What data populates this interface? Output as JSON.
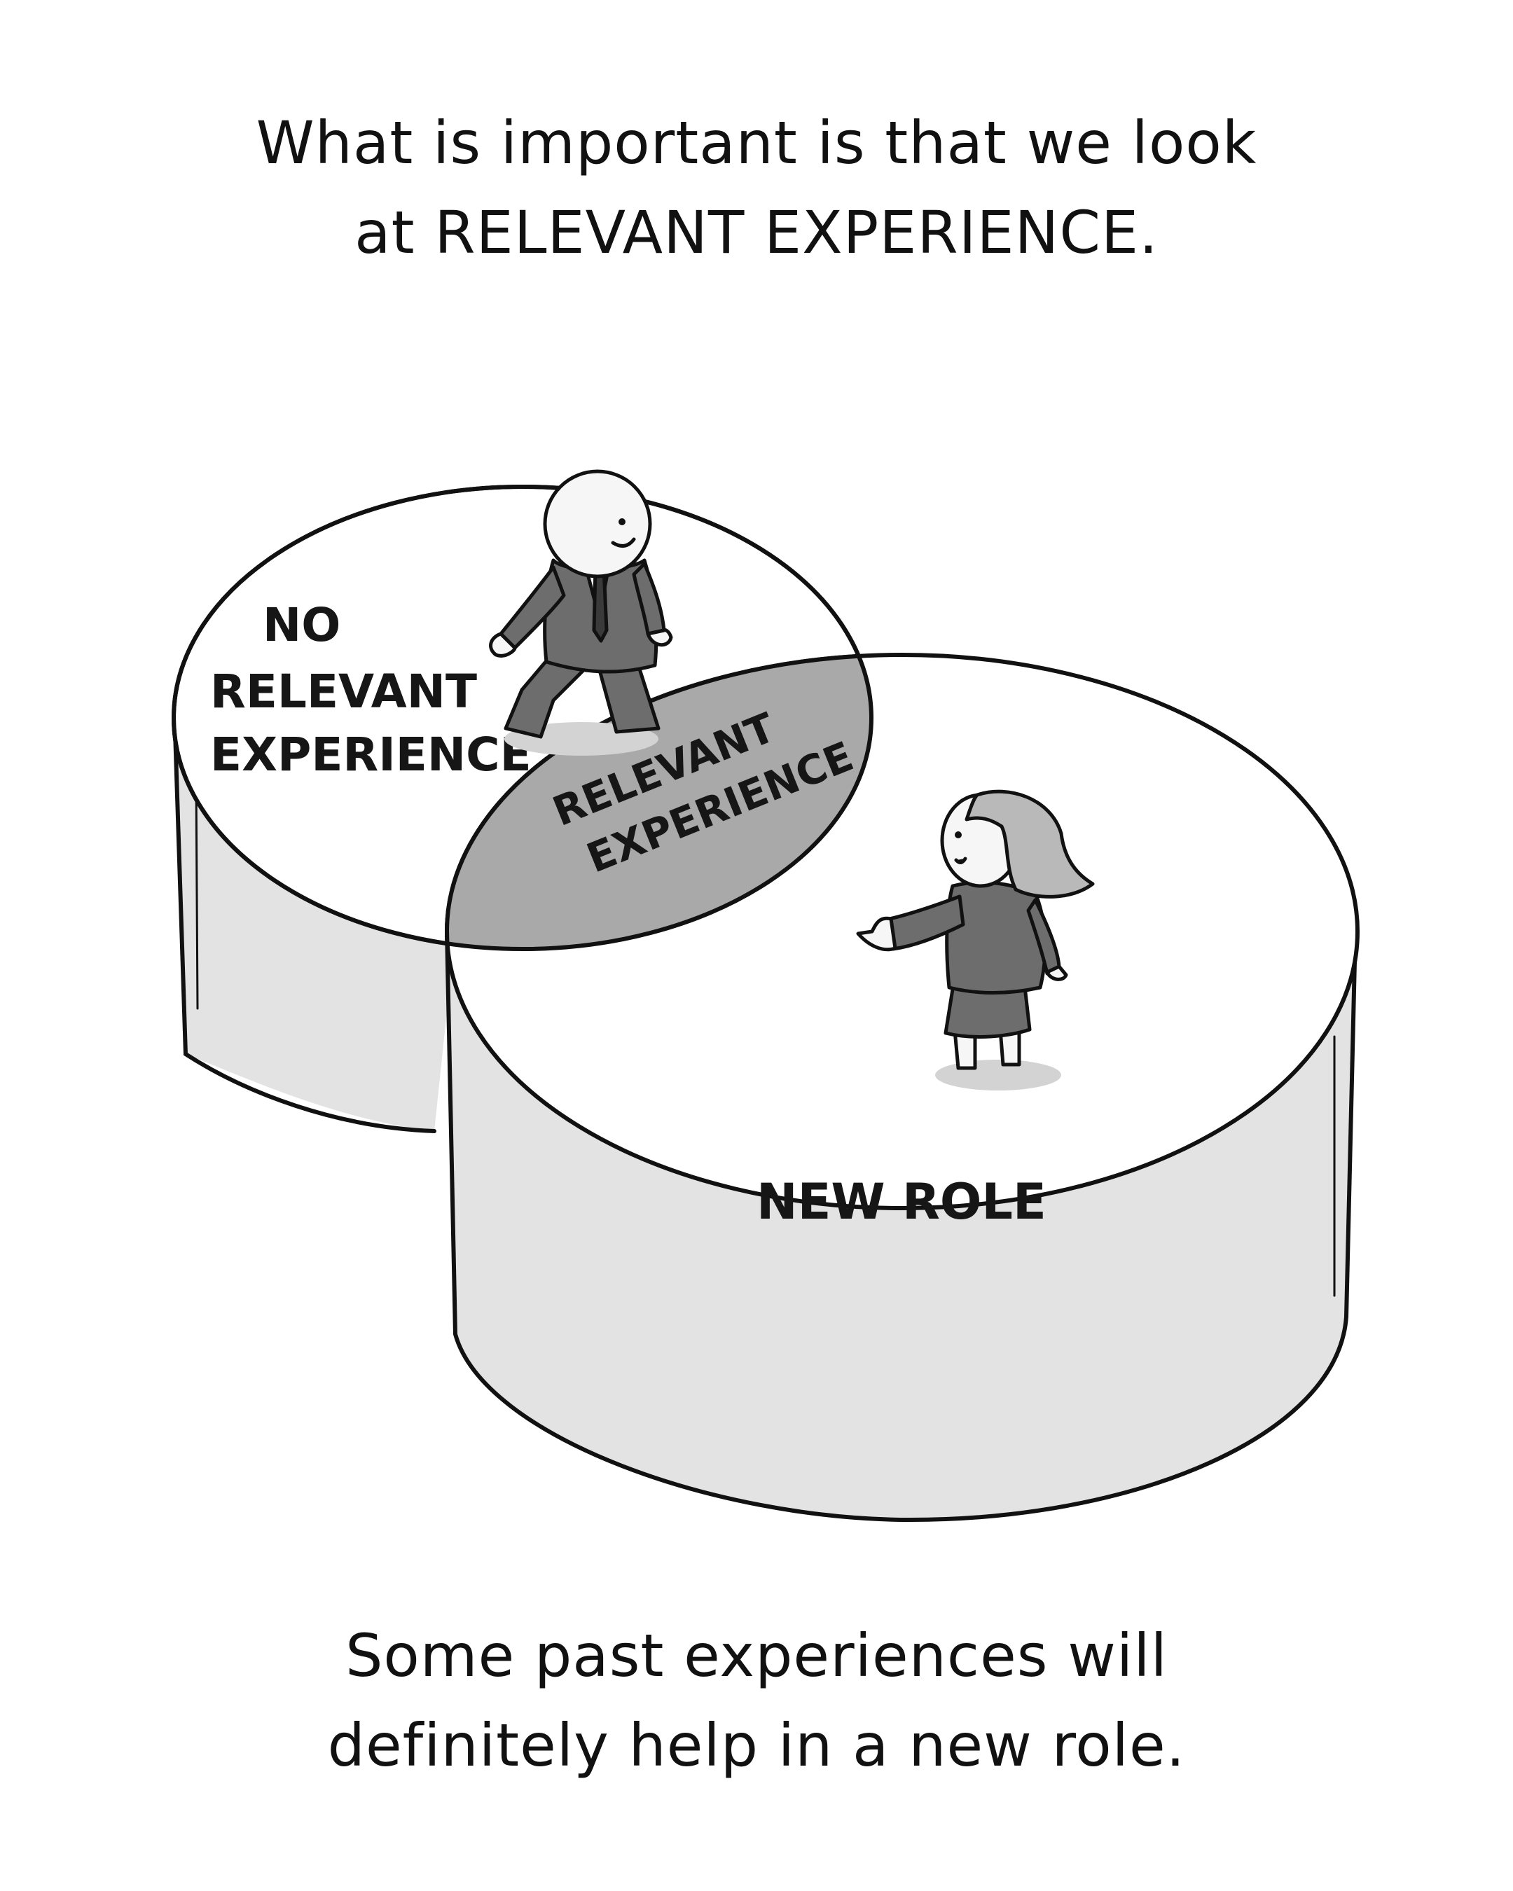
{
  "top_caption": {
    "line1": "What is important is that we look",
    "line2": "at RELEVANT EXPERIENCE."
  },
  "labels": {
    "left_circle": [
      "NO",
      "RELEVANT",
      "EXPERIENCE"
    ],
    "overlap": [
      "RELEVANT",
      "EXPERIENCE"
    ],
    "right_circle": "NEW ROLE"
  },
  "bottom_caption": {
    "line1": "Some past experiences will",
    "line2": "definitely help in a new role."
  },
  "colors": {
    "ink": "#111111",
    "cylinder_side": "#e3e3e3",
    "overlap_fill": "#a9a9a9",
    "suit": "#6d6d6d",
    "skin": "#f6f6f6",
    "hair": "#b9b9b9"
  }
}
